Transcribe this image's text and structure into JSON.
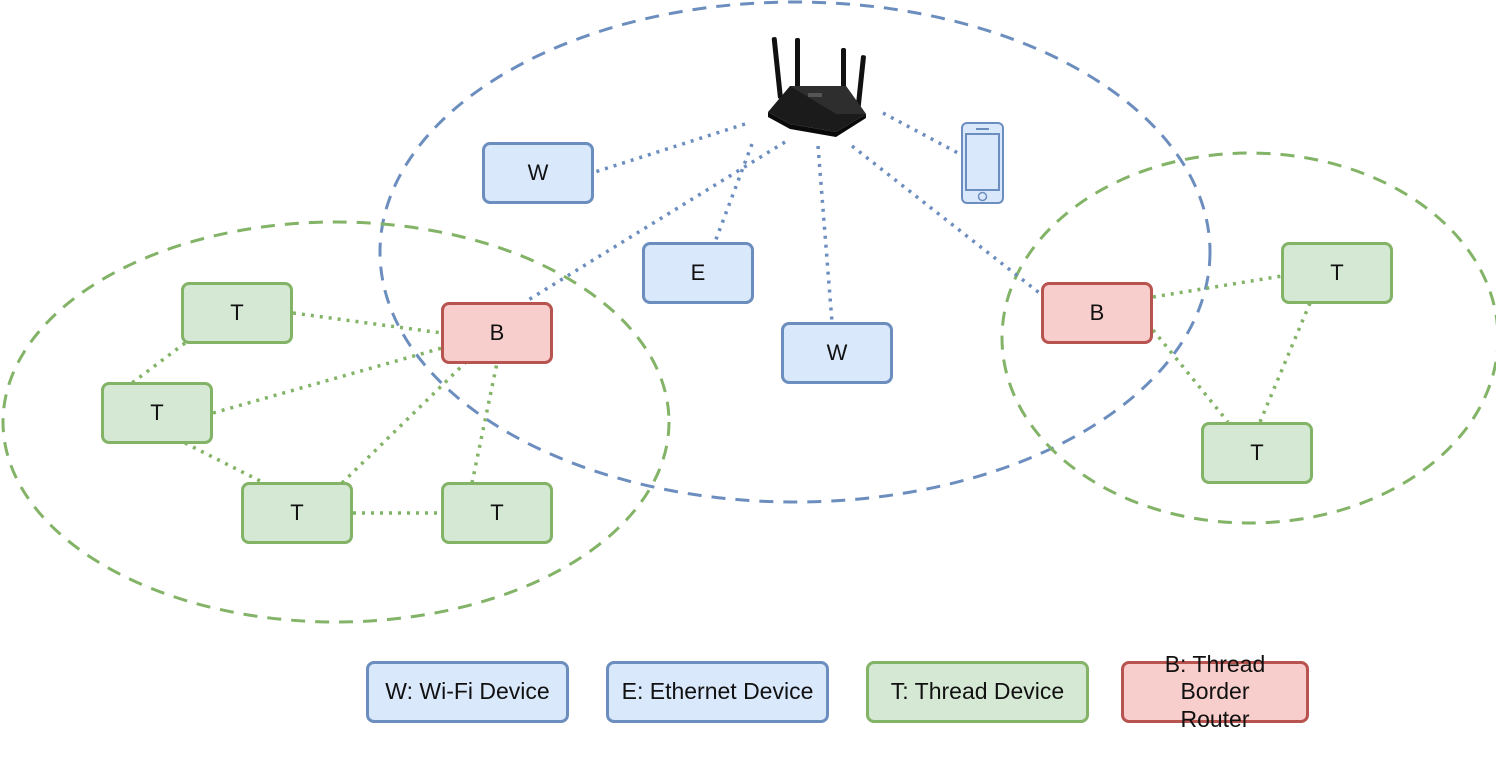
{
  "nodes": {
    "w1": "W",
    "e1": "E",
    "w2": "W",
    "b1": "B",
    "b2": "B",
    "t1": "T",
    "t2": "T",
    "t3": "T",
    "t4": "T",
    "t5": "T",
    "t6": "T"
  },
  "legend": {
    "wifi": "W: Wi-Fi Device",
    "ethernet": "E: Ethernet Device",
    "thread": "T: Thread Device",
    "border_router": "B: Thread Border Router"
  },
  "colors": {
    "wifi_ethernet_fill": "#dae8fc",
    "wifi_ethernet_stroke": "#6c8ebf",
    "thread_fill": "#d5e8d4",
    "thread_stroke": "#82b366",
    "border_router_fill": "#f8cecc",
    "border_router_stroke": "#b85450"
  },
  "icons": {
    "router": "wifi-router-icon",
    "phone": "smartphone-icon"
  }
}
